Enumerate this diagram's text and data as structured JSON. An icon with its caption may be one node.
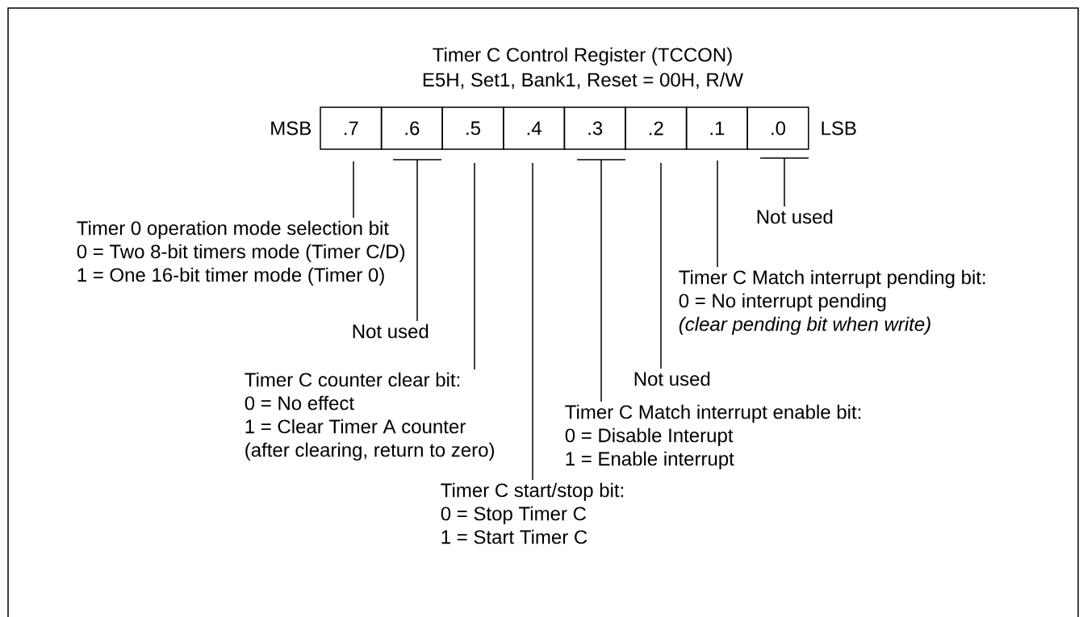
{
  "diagram": {
    "title": "Timer C Control Register (TCCON)",
    "nodes": [
      {
        "text": [
          ".7"
        ],
        "beside": [
          "MSB"
        ]
      },
      {
        "text": [
          ".6"
        ]
      },
      {
        "text": [
          ".5"
        ]
      },
      {
        "text": [
          ".4"
        ]
      },
      {
        "text": [
          ".3"
        ]
      },
      {
        "text": [
          ".2"
        ]
      },
      {
        "text": [
          ".1"
        ]
      },
      {
        "text": [
          ".0"
        ],
        "beside": [
          "LSB"
        ]
      },
      {
        "text": [
          "Timer 0 operation mode selection bit",
          "0 = Two 8-bit timers mode (Timer C/D)",
          "1 = One 16-bit timer mode (Timer 0)"
        ]
      },
      {
        "text": [
          "Not used"
        ]
      },
      {
        "text": [
          "Timer C counter clear bit:",
          "0 = No effect",
          "1 = Clear Timer A counter",
          "(after clearing, return to zero)"
        ]
      },
      {
        "text": [
          "Timer C start/stop bit:",
          "0 = Stop Timer C",
          "1 = Start Timer C"
        ]
      },
      {
        "text": [
          "Timer C Match interrupt enable bit:",
          "0 = Disable Interupt",
          "1 = Enable interrupt"
        ]
      },
      {
        "text": [
          "Not used"
        ]
      },
      {
        "text": [
          "Timer C Match interrupt pending bit:",
          "0 = No interrupt pending",
          "(clear pending bit when write)"
        ]
      },
      {
        "text": [
          "Not used"
        ]
      }
    ],
    "edges": [
      {
        "from": 0,
        "to": 8,
        "arrow": "none"
      },
      {
        "from": 1,
        "to": 9,
        "arrow": "none"
      },
      {
        "from": 2,
        "to": 10,
        "arrow": "none"
      },
      {
        "from": 3,
        "to": 11,
        "arrow": "none"
      },
      {
        "from": 4,
        "to": 12,
        "arrow": "none"
      },
      {
        "from": 5,
        "to": 13,
        "arrow": "none"
      },
      {
        "from": 6,
        "to": 14,
        "arrow": "none"
      },
      {
        "from": 7,
        "to": 15,
        "arrow": "none"
      }
    ],
    "labels": [
      "E5H, Set1, Bank1, Reset = 00H, R/W"
    ]
  }
}
